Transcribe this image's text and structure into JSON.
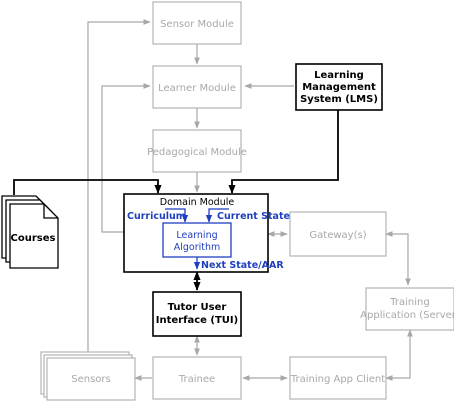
{
  "nodes": {
    "sensor_module": "Sensor Module",
    "learner_module": "Learner Module",
    "lms": [
      "Learning",
      "Management",
      "System (LMS)"
    ],
    "pedagogical_module": "Pedagogical Module",
    "courses": "Courses",
    "domain_module": "Domain Module",
    "curriculum": "Curriculum",
    "current_state": "Current State",
    "learning_algorithm": [
      "Learning",
      "Algorithm"
    ],
    "next_state": "Next State/AAR",
    "gateway": "Gateway(s)",
    "training_application": [
      "Training",
      "Application (Server)"
    ],
    "tui": [
      "Tutor User",
      "Interface (TUI)"
    ],
    "sensors": "Sensors",
    "trainee": "Trainee",
    "training_app_client": "Training App Client"
  },
  "colors": {
    "faint": "#a8a8a8",
    "dark": "#000000",
    "accent_blue": "#1f3fbf"
  }
}
